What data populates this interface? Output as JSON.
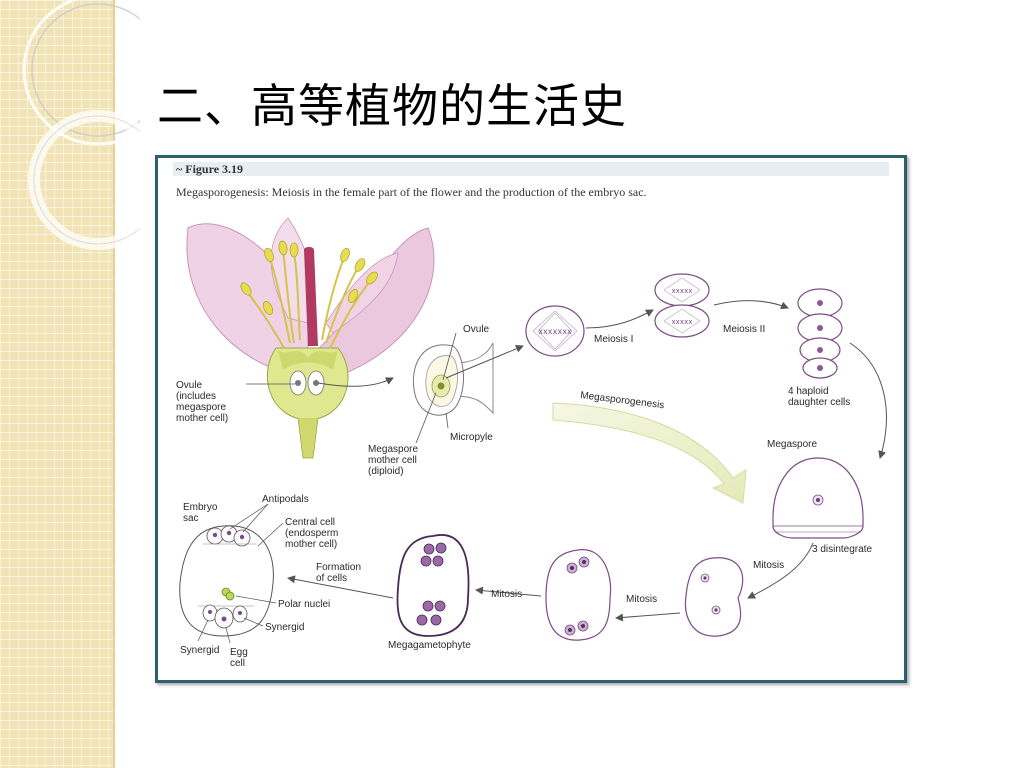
{
  "slide": {
    "title": "二、高等植物的生活史"
  },
  "figure": {
    "number": "~ Figure 3.19",
    "caption": "Megasporogenesis: Meiosis in the female part of the flower and the production of the embryo sac.",
    "labels": {
      "ovule_includes_1": "Ovule",
      "ovule_includes_2": "(includes",
      "ovule_includes_3": "megaspore",
      "ovule_includes_4": "mother cell)",
      "ovule": "Ovule",
      "micropyle": "Micropyle",
      "msmc_1": "Megaspore",
      "msmc_2": "mother cell",
      "msmc_3": "(diploid)",
      "meiosis_1": "Meiosis I",
      "meiosis_2": "Meiosis II",
      "haploid_1": "4 haploid",
      "haploid_2": "daughter cells",
      "megasporogenesis": "Megasporogenesis",
      "megaspore": "Megaspore",
      "disintegrate": "3 disintegrate",
      "mitosis_a": "Mitosis",
      "mitosis_b": "Mitosis",
      "mitosis_c": "Mitosis",
      "megagametophyte": "Megagametophyte",
      "formation_1": "Formation",
      "formation_2": "of cells",
      "embryo_1": "Embryo",
      "embryo_2": "sac",
      "antipodals": "Antipodals",
      "central_1": "Central cell",
      "central_2": "(endosperm",
      "central_3": "mother cell)",
      "polar_nuclei": "Polar nuclei",
      "synergid_r": "Synergid",
      "synergid_l": "Synergid",
      "egg_1": "Egg",
      "egg_2": "cell"
    }
  },
  "colors": {
    "frame": "#2e5f6f",
    "petal": "#e9c3dc",
    "nucleus": "#7a3a86",
    "cell_outline": "#7d4b86",
    "sidebar": "#f2e3b5"
  }
}
